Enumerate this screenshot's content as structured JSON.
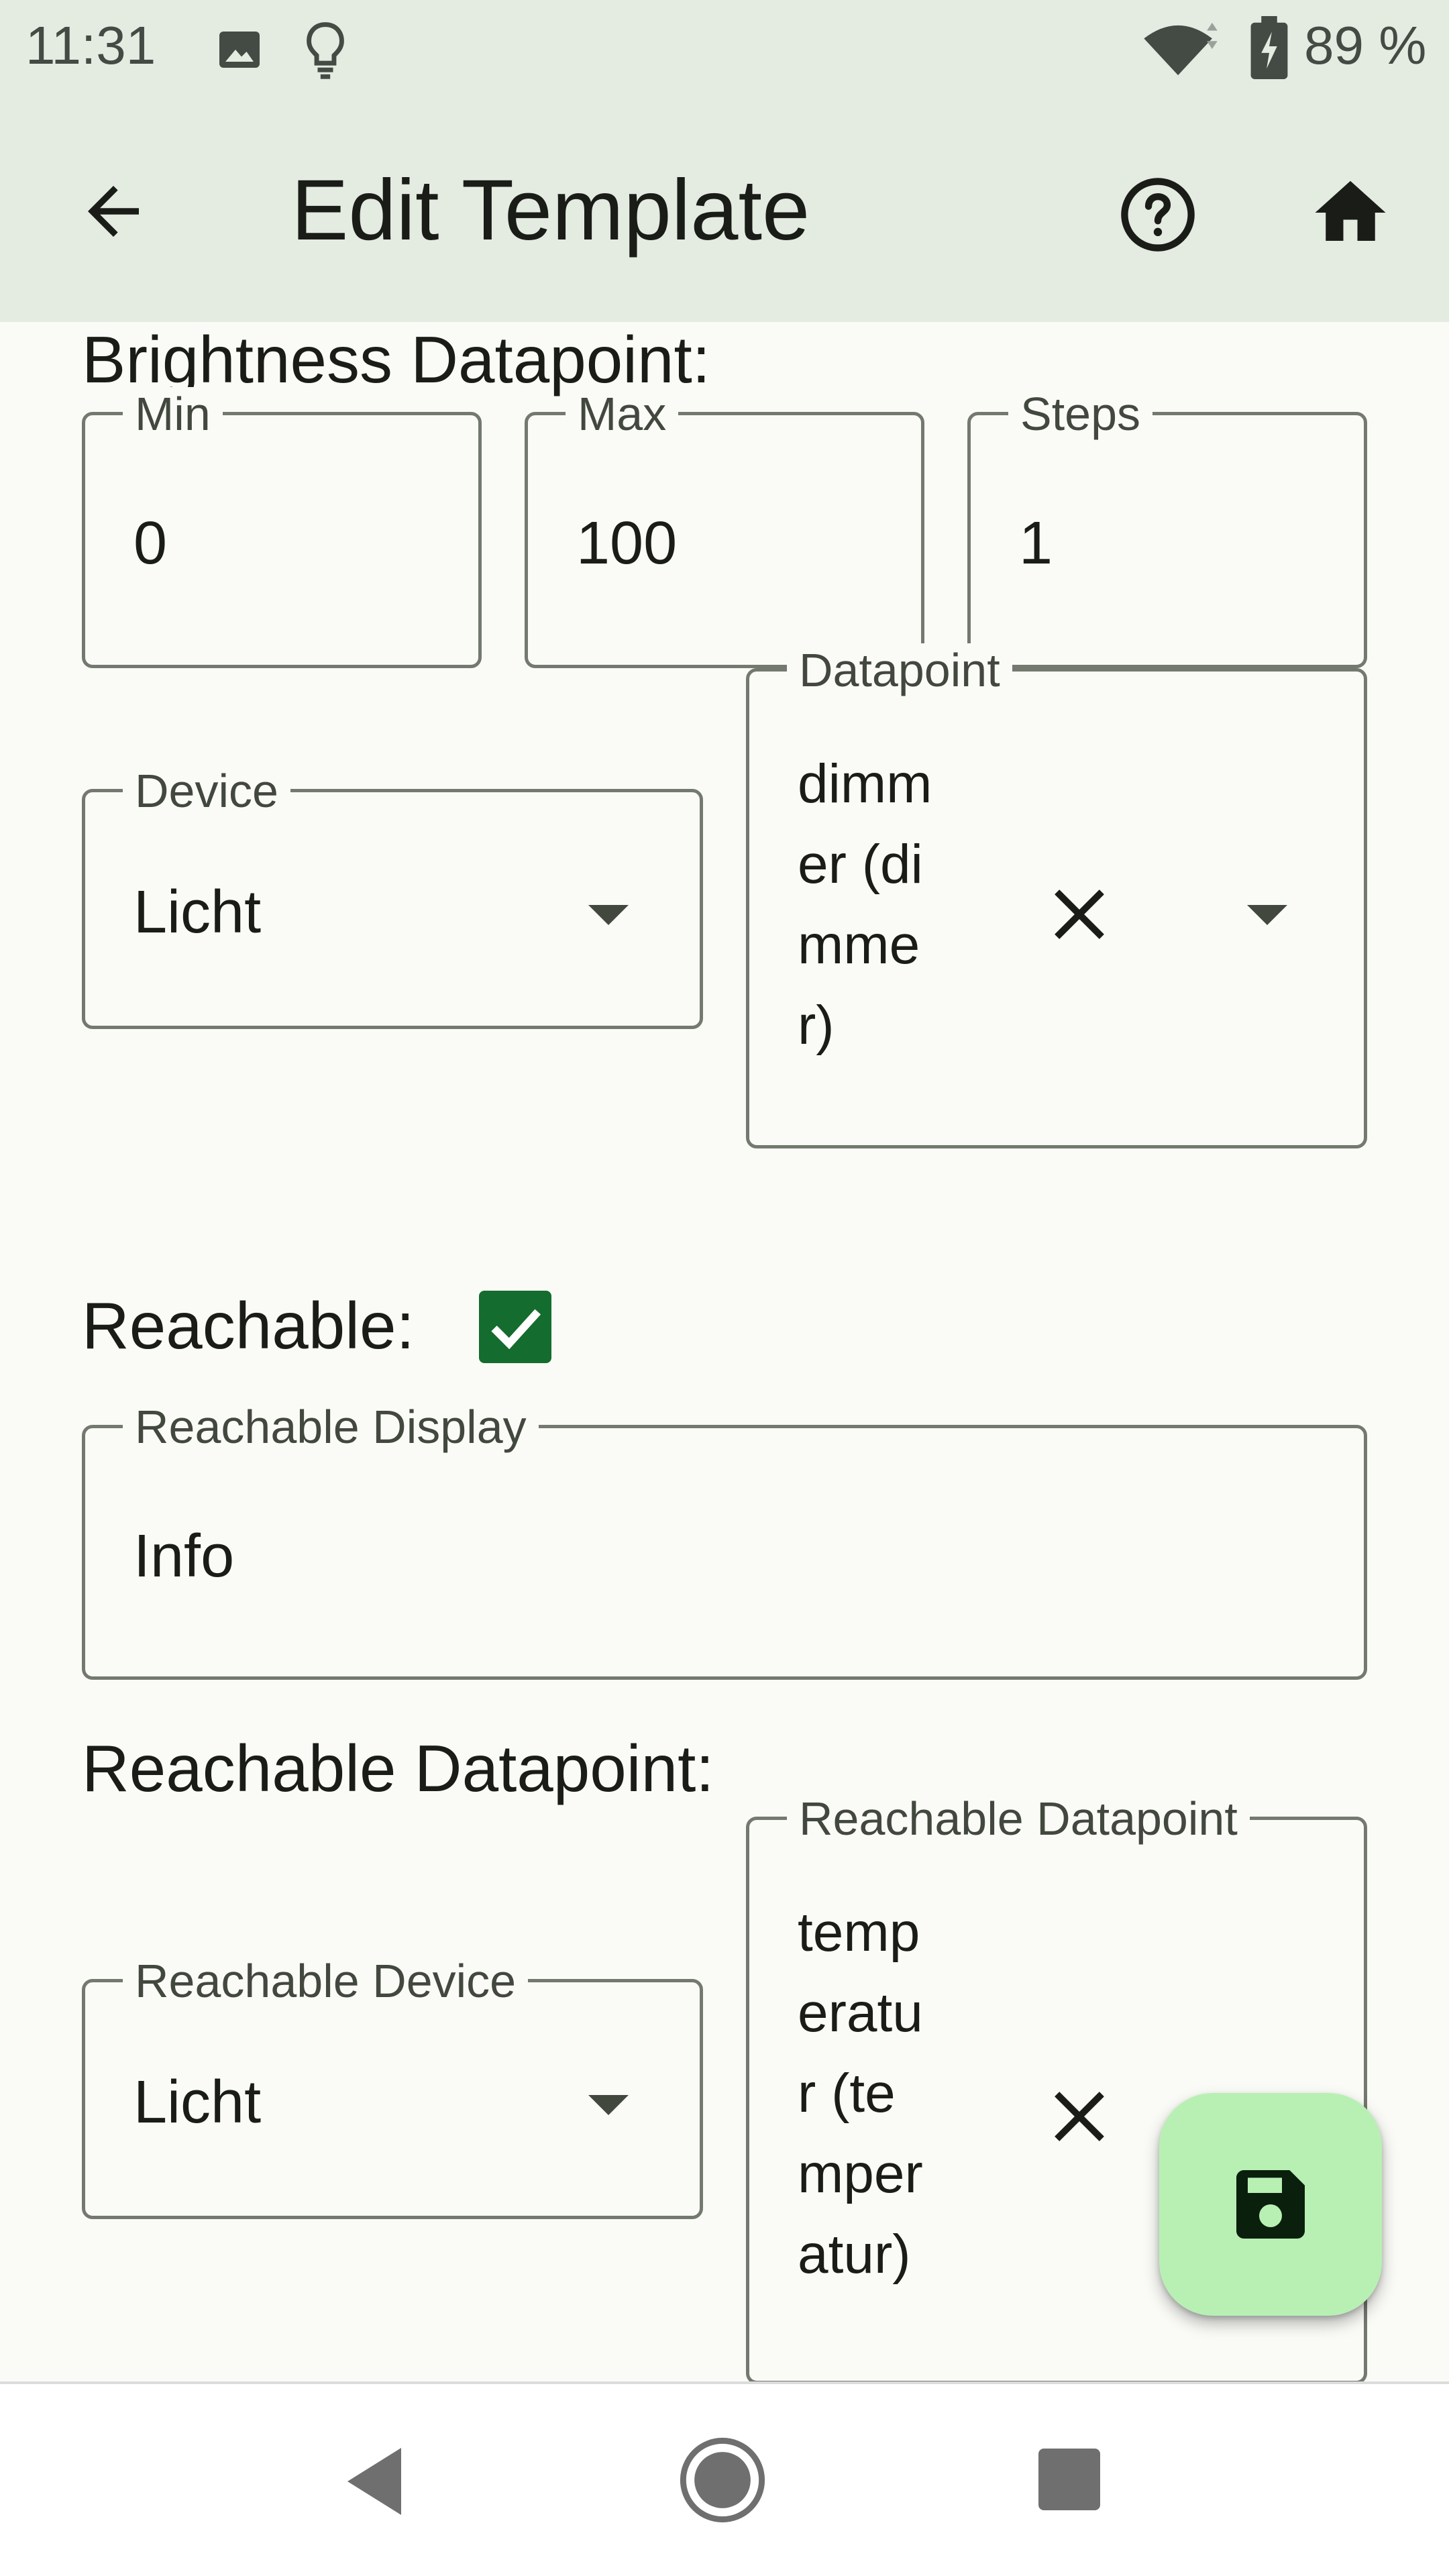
{
  "status_bar": {
    "time": "11:31",
    "battery": "89 %",
    "icons": [
      "image-icon",
      "lightbulb-icon",
      "wifi-icon",
      "battery-charging-icon"
    ]
  },
  "app_bar": {
    "title": "Edit Template",
    "back_icon": "arrow-left-icon",
    "help_icon": "help-circle-icon",
    "home_icon": "home-icon"
  },
  "brightness": {
    "heading": "Brightness Datapoint:",
    "min": {
      "label": "Min",
      "value": "0"
    },
    "max": {
      "label": "Max",
      "value": "100"
    },
    "steps": {
      "label": "Steps",
      "value": "1"
    },
    "device": {
      "label": "Device",
      "value": "Licht"
    },
    "datapoint": {
      "label": "Datapoint",
      "value": "dimmer (dimmer)"
    }
  },
  "reachable": {
    "label": "Reachable:",
    "checked": true,
    "display": {
      "label": "Reachable Display",
      "value": "Info"
    },
    "heading": "Reachable Datapoint:",
    "device": {
      "label": "Reachable Device",
      "value": "Licht"
    },
    "datapoint": {
      "label": "Reachable Datapoint",
      "value": "temperatur (temperatur)"
    }
  },
  "fab": {
    "icon": "save-icon"
  },
  "nav": {
    "icons": [
      "back-triangle-icon",
      "home-circle-icon",
      "recents-square-icon"
    ]
  },
  "colors": {
    "app_bar_bg": "#e4ebe0",
    "page_bg": "#fafbf7",
    "checkbox": "#146c2e",
    "fab_bg": "#b8f0b4",
    "outline": "#73796e"
  }
}
